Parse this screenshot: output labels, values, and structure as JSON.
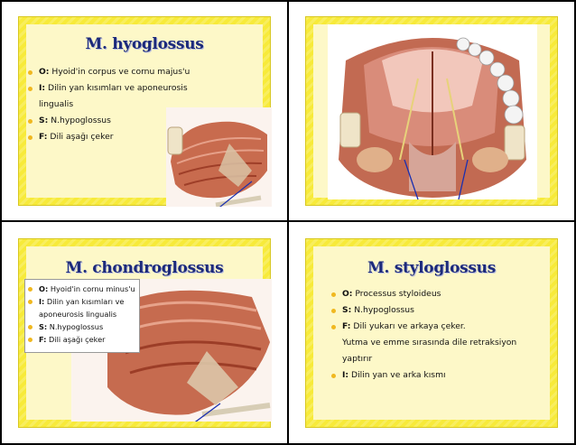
{
  "slides": [
    {
      "title": "M. hyoglossus",
      "items": [
        {
          "key": "O:",
          "text": " Hyoid'in corpus ve cornu majus'u"
        },
        {
          "key": "I:",
          "text": " Dilin yan kısımları ve aponeurosis"
        },
        {
          "key": "",
          "text": "lingualis",
          "continuation": true
        },
        {
          "key": "S:",
          "text": " N.hypoglossus"
        },
        {
          "key": "F:",
          "text": " Dili aşağı çeker"
        }
      ]
    },
    {
      "title": "",
      "items": []
    },
    {
      "title": "M. chondroglossus",
      "items": [
        {
          "key": "O:",
          "text": " Hyoid'in cornu minus'u"
        },
        {
          "key": "I:",
          "text": " Dilin yan kısımları ve"
        },
        {
          "key": "",
          "text": "aponeurosis lingualis",
          "continuation": true
        },
        {
          "key": "S:",
          "text": " N.hypoglossus"
        },
        {
          "key": "F:",
          "text": " Dili aşağı çeker"
        }
      ]
    },
    {
      "title": "M. styloglossus",
      "items": [
        {
          "key": "O:",
          "text": " Processus styloideus"
        },
        {
          "key": "S:",
          "text": " N.hypoglossus"
        },
        {
          "key": "F:",
          "text": " Dili yukarı ve arkaya çeker."
        },
        {
          "key": "",
          "text": "Yutma ve emme sırasında dile retraksiyon",
          "continuation": true
        },
        {
          "key": "",
          "text": "yaptırır",
          "continuation": true
        },
        {
          "key": "I:",
          "text": " Dilin yan ve arka kısmı"
        }
      ]
    }
  ],
  "colors": {
    "slide_border": "#f7ea3a",
    "slide_inner": "#fdf8c8",
    "title": "#1c2a7a",
    "bullet": "#f0b820",
    "muscle": "#b8553a",
    "pointer": "#1a2fb0"
  }
}
